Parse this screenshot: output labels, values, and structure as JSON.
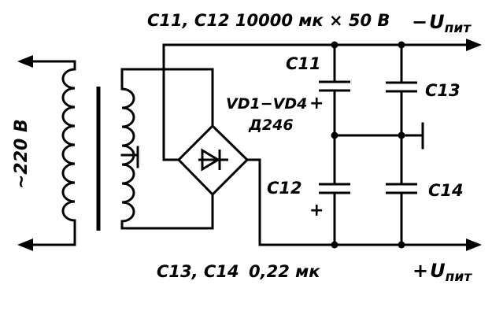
{
  "header_note": "С11, С12 10000 мк × 50 В",
  "supply": {
    "negative": "−",
    "positive": "+",
    "u_symbol": "U",
    "u_subscript": "пит"
  },
  "mains_label": "~220 В",
  "rectifier": {
    "diodes": "VD1−VD4",
    "type": "Д246"
  },
  "components": {
    "c11": "С11",
    "c12": "С12",
    "c13": "С13",
    "c14": "С14",
    "plus_sign": "+"
  },
  "footer_note": {
    "caps": "С13, С14",
    "value": "0,22 мк"
  }
}
